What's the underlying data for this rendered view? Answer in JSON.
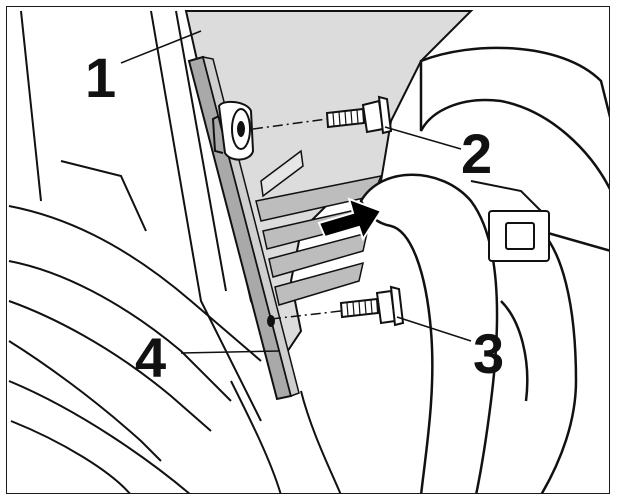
{
  "callouts": {
    "c1": "1",
    "c2": "2",
    "c3": "3",
    "c4": "4"
  },
  "colors": {
    "line": "#111111",
    "panel": "#dcdcdc",
    "panel_dark": "#a9a9a9",
    "arrow": "#000000",
    "background": "#ffffff"
  },
  "icons": {
    "direction": "arrow-right-icon",
    "fastener": "bolt-icon"
  }
}
